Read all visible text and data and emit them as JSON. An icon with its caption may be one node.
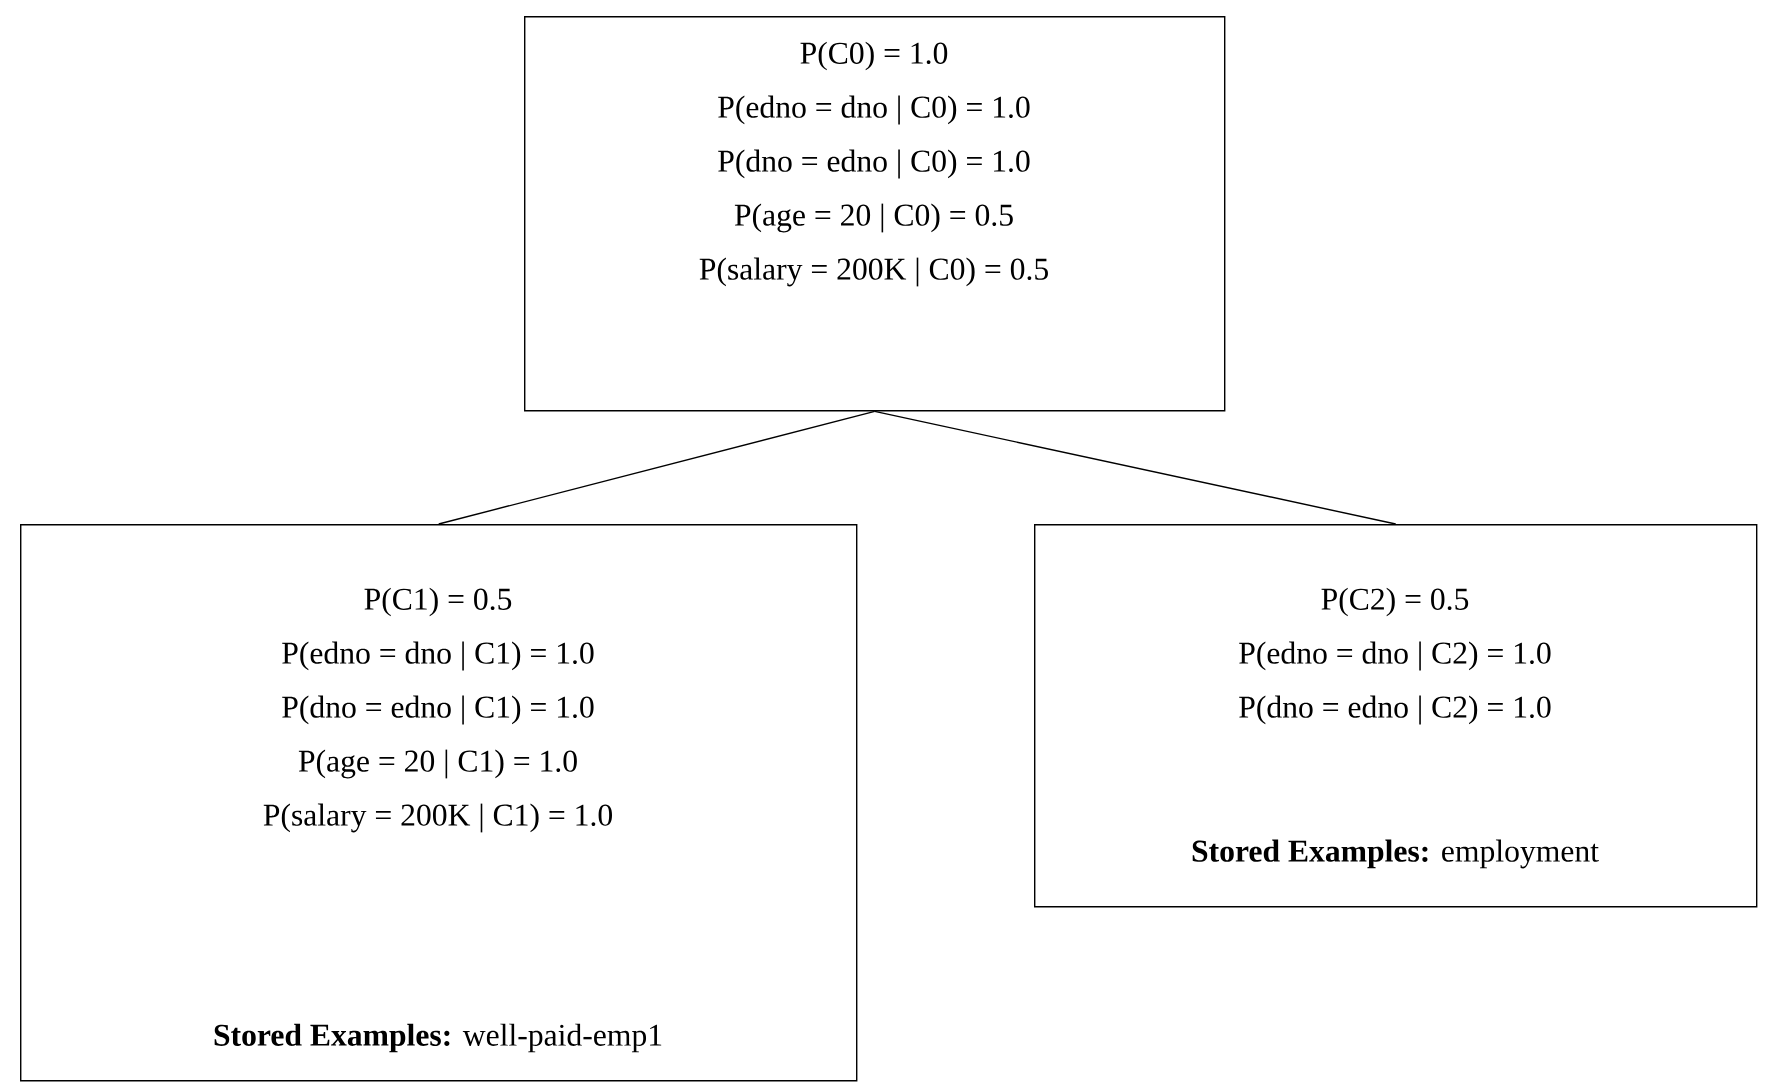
{
  "diagram": {
    "nodes": [
      {
        "text": [
          "P(C0) = 1.0",
          "P(edno = dno | C0) = 1.0",
          "P(dno = edno | C0) = 1.0",
          "P(age = 20 | C0) = 0.5",
          "P(salary = 200K | C0) = 0.5"
        ]
      },
      {
        "text": [
          "P(C1) = 0.5",
          "P(edno = dno | C1) = 1.0",
          "P(dno = edno | C1) = 1.0",
          "P(age = 20 | C1) = 1.0",
          "P(salary = 200K | C1) = 1.0",
          "**Stored Examples:** well-paid-emp1"
        ]
      },
      {
        "text": [
          "P(C2) = 0.5",
          "P(edno = dno | C2) = 1.0",
          "P(dno = edno | C2) = 1.0",
          "**Stored Examples:** employment"
        ]
      }
    ],
    "edges": [
      {
        "from": 0,
        "to": 1,
        "arrow": "none"
      },
      {
        "from": 0,
        "to": 2,
        "arrow": "none"
      }
    ]
  }
}
